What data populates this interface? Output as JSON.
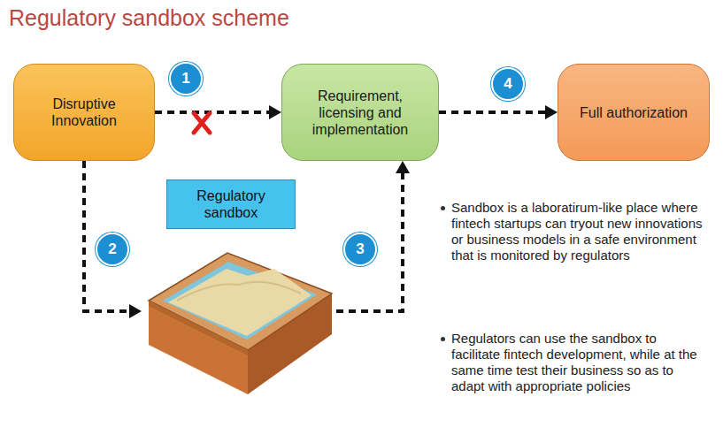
{
  "diagram": {
    "title": "Regulatory sandbox scheme",
    "nodes": [
      {
        "text": [
          "Disruptive Innovation"
        ]
      },
      {
        "text": [
          "Requirement, licensing and implementation"
        ]
      },
      {
        "text": [
          "Full authorization"
        ]
      },
      {
        "text": [
          "Regulatory sandbox"
        ]
      }
    ],
    "edges": [
      {
        "from": 0,
        "to": 1,
        "arrow": "to"
      },
      {
        "from": 0,
        "to": 3,
        "arrow": "to"
      },
      {
        "from": 3,
        "to": 1,
        "arrow": "to"
      },
      {
        "from": 1,
        "to": 2,
        "arrow": "to"
      }
    ],
    "labels": [
      "1",
      "2",
      "3",
      "4",
      "Sandbox is a laboratirum-like place where fintech startups can tryout new innovations or business models in a safe environment that is monitored by regulators",
      "Regulators can use the sandbox to facilitate fintech development, while at the same time test their business so as to adapt with appropriate policies"
    ]
  }
}
